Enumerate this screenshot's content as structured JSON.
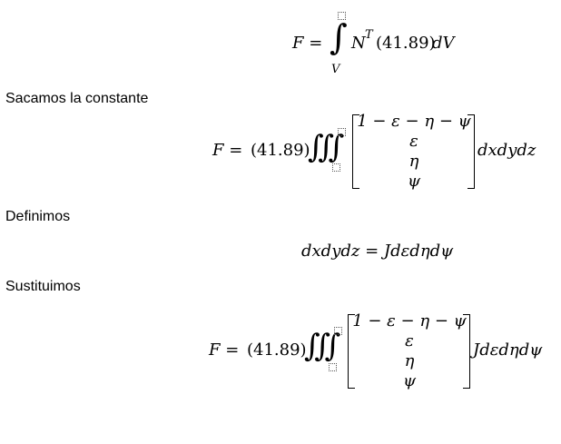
{
  "eq1": {
    "lhs": "F =",
    "integral": "∫",
    "integral_sub": "V",
    "N": "N",
    "sup": "T",
    "const": "(41.89)",
    "dV": "dV"
  },
  "labels": {
    "constant": "Sacamos la constante",
    "define": "Definimos",
    "substitute": "Sustituimos"
  },
  "eq2": {
    "lhs": "F =",
    "const": "(41.89)",
    "triple_integral": "∭",
    "vector": [
      "1 − ε − η − ψ",
      "ε",
      "η",
      "ψ"
    ],
    "diff": "dxdydz"
  },
  "eq3": {
    "text": "dxdydz = Jdεdηdψ"
  },
  "eq4": {
    "lhs": "F =",
    "const": "(41.89)",
    "triple_integral": "∭",
    "vector": [
      "1 − ε − η − ψ",
      "ε",
      "η",
      "ψ"
    ],
    "diff": "Jdεdηdψ"
  }
}
